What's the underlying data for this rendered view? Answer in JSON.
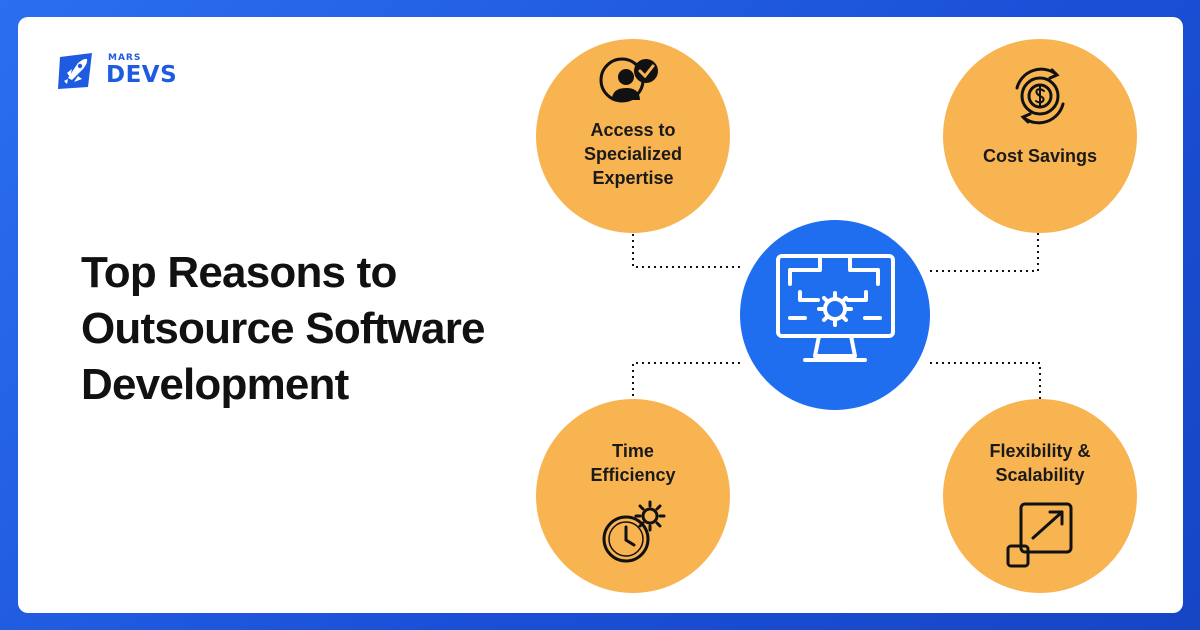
{
  "brand": {
    "logo_small": "MARS",
    "logo_big": "DEVS",
    "colors": {
      "primary": "#1f5be0",
      "accent": "#f9b452"
    }
  },
  "headline": {
    "line1": "Top Reasons to",
    "line2": "Outsource Software",
    "line3": "Development"
  },
  "diagram": {
    "center_icon": "monitor-circuit-gear-icon",
    "nodes": [
      {
        "icon": "expert-check-icon",
        "lines": [
          "Access to",
          "Specialized",
          "Expertise"
        ]
      },
      {
        "icon": "dollar-cycle-icon",
        "lines": [
          "Cost Savings"
        ]
      },
      {
        "icon": "clock-gear-icon",
        "lines": [
          "Time",
          "Efficiency"
        ]
      },
      {
        "icon": "scale-arrow-icon",
        "lines": [
          "Flexibility &",
          "Scalability"
        ]
      }
    ]
  }
}
